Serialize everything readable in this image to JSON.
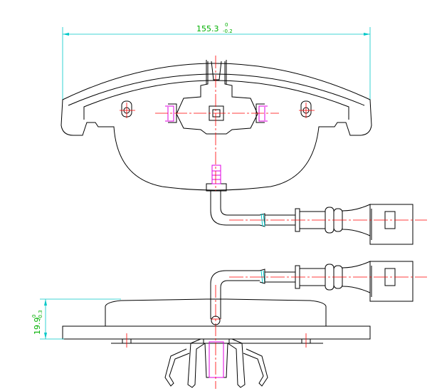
{
  "drawing": {
    "width_dim": {
      "nominal": "155.3",
      "upper_tol": "0",
      "lower_tol": "-0.2"
    },
    "thickness_dim": {
      "nominal": "19.9",
      "upper_tol": "0",
      "lower_tol": "-0.3"
    }
  },
  "colors": {
    "outline": "#000000",
    "dimension": "#00c8c8",
    "dimension_text": "#00b000",
    "centerline": "#ff0000",
    "magenta": "#e000e0"
  }
}
